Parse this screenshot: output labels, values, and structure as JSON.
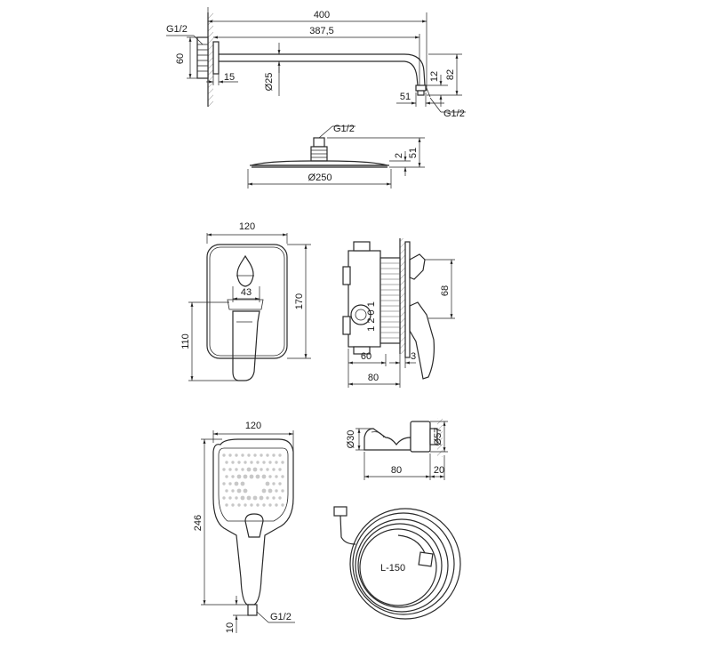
{
  "shower_arm": {
    "overall_length": "400",
    "arm_length": "387,5",
    "thread_wall": "G1/2",
    "flange_height": "60",
    "flange_depth": "15",
    "pipe_diameter": "Ø25",
    "drop_inner": "12",
    "drop_total": "82",
    "bend_offset": "51",
    "thread_outlet": "G1/2"
  },
  "shower_head": {
    "thread": "G1/2",
    "thickness": "2",
    "height": "51",
    "diameter": "Ø250"
  },
  "mixer_front": {
    "width": "120",
    "height": "170",
    "knob_offset": "43",
    "lever_height": "110"
  },
  "mixer_side": {
    "lever_offset": "68",
    "body_depth": "60",
    "plate_gap": "3",
    "total_depth": "80",
    "body_label": "1 2 0 1"
  },
  "hand_shower": {
    "width": "120",
    "length": "246",
    "neck": "10",
    "thread": "G1/2"
  },
  "wall_holder": {
    "holder_diameter": "Ø30",
    "elbow_diameter": "Ø57",
    "holder_length": "80",
    "elbow_length": "20"
  },
  "hose": {
    "label": "L-150"
  }
}
